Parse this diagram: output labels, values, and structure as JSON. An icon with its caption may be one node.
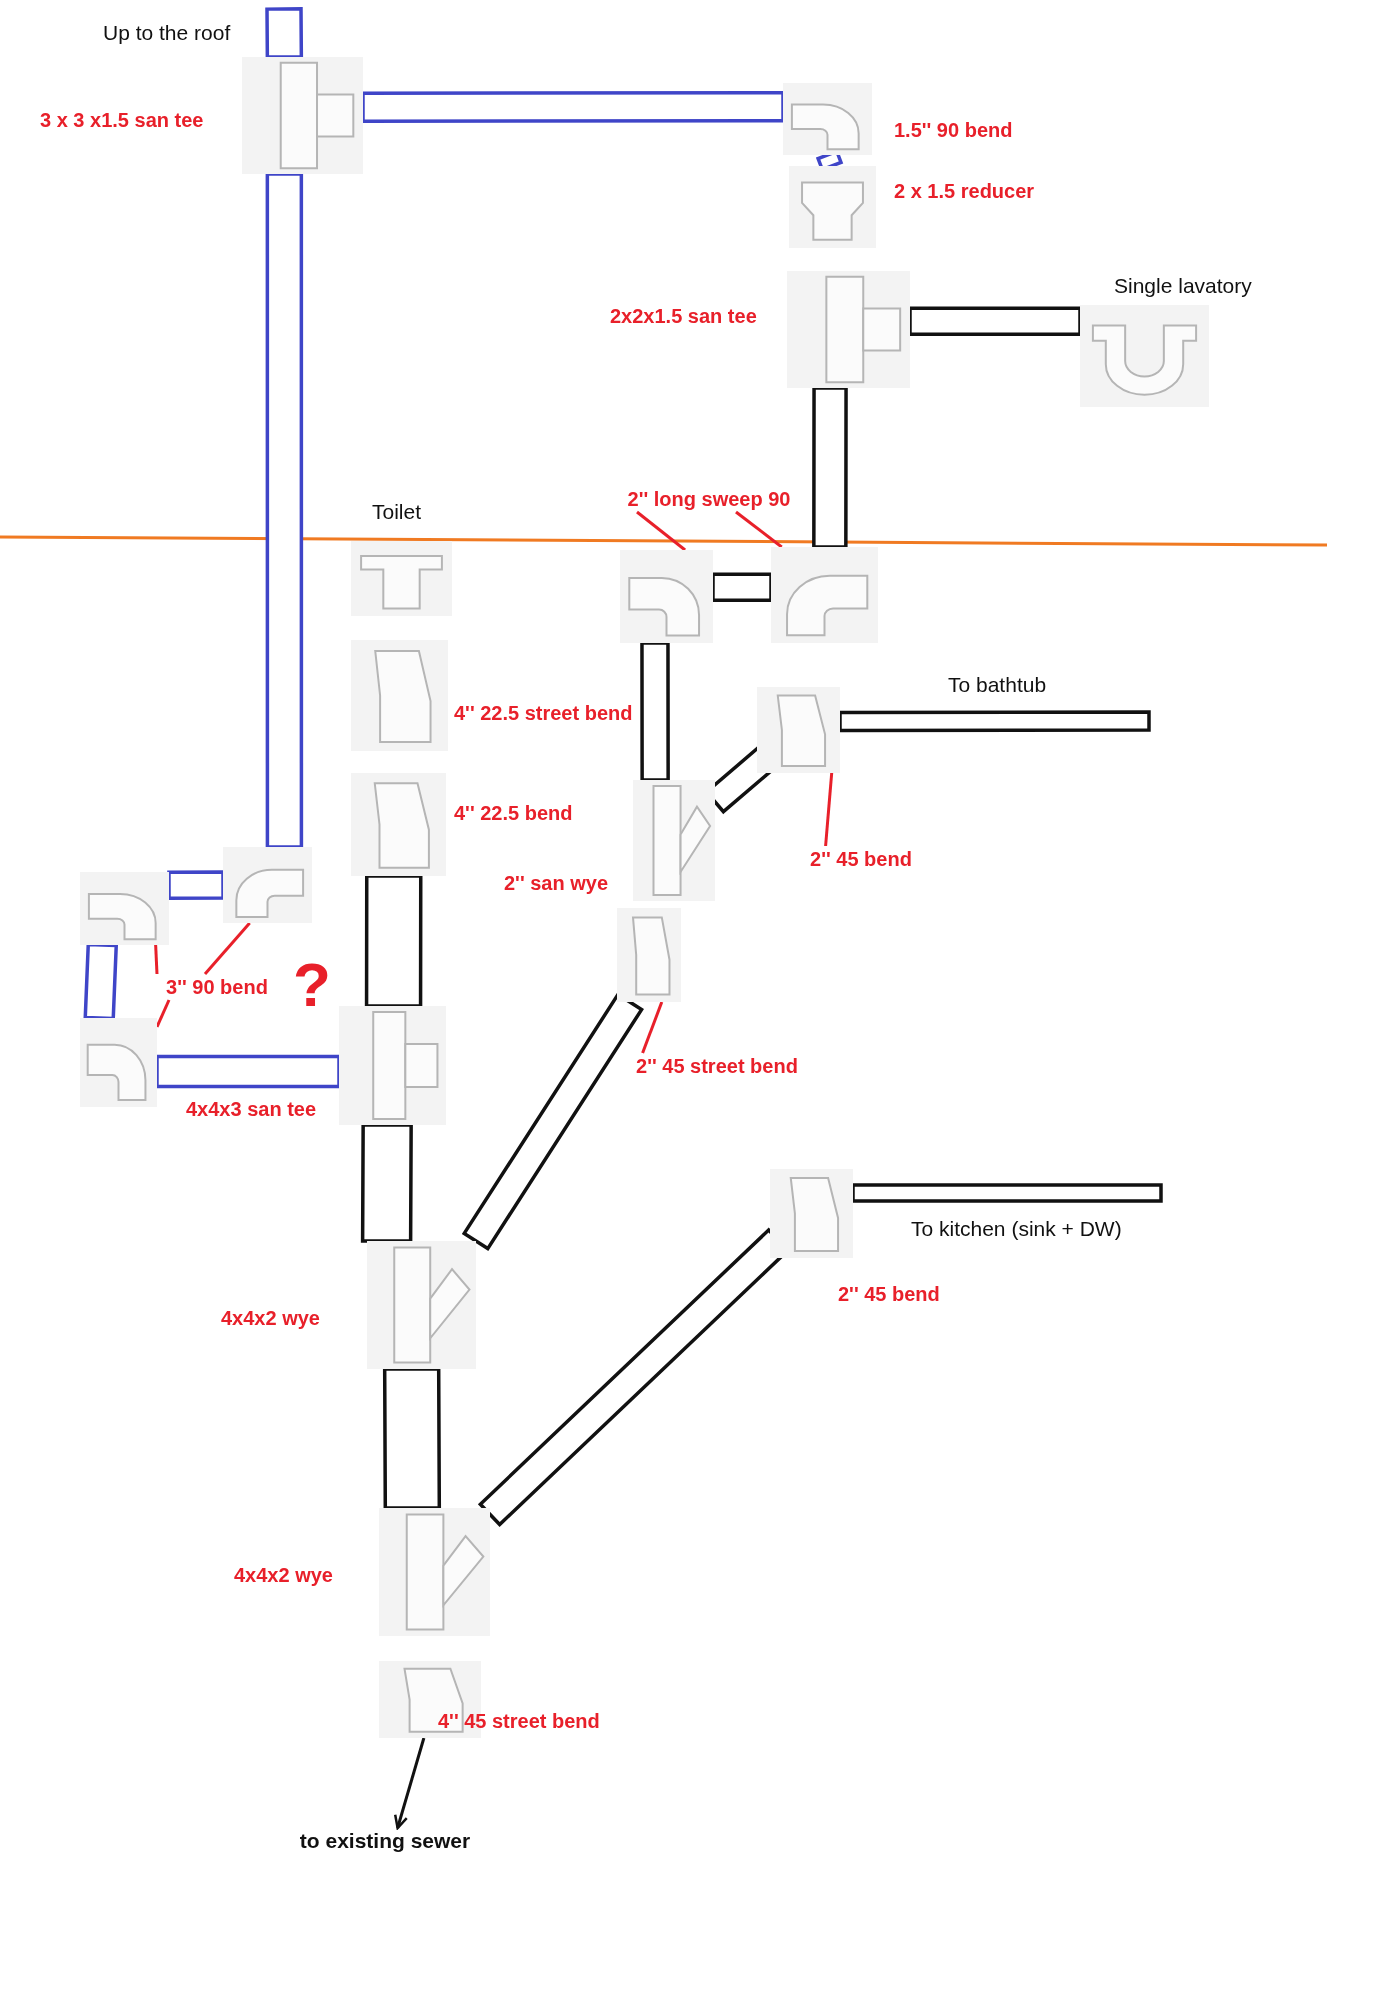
{
  "diagram": {
    "nodes": [
      {
        "text": [],
        "shape": "picture",
        "beside": [
          "3 x 3 x1.5 san tee"
        ]
      },
      {
        "text": [],
        "shape": "picture",
        "beside": [
          "1.5'' 90 bend"
        ]
      },
      {
        "text": [],
        "shape": "picture",
        "beside": [
          "2 x 1.5 reducer"
        ]
      },
      {
        "text": [],
        "shape": "picture",
        "beside": [
          "2x2x1.5 san tee"
        ]
      },
      {
        "text": [],
        "shape": "picture",
        "beside": [
          "Single lavatory"
        ]
      },
      {
        "text": [],
        "shape": "picture",
        "beside": [
          "Toilet"
        ]
      },
      {
        "text": [],
        "shape": "picture",
        "beside": [
          "4'' 22.5 street bend"
        ]
      },
      {
        "text": [],
        "shape": "picture",
        "beside": [
          "4'' 22.5 bend"
        ]
      },
      {
        "text": [],
        "shape": "picture"
      },
      {
        "text": [],
        "shape": "picture"
      },
      {
        "text": [
          "2'' long sweep 90"
        ]
      },
      {
        "text": [],
        "shape": "picture"
      },
      {
        "text": [
          "2'' 45 bend"
        ]
      },
      {
        "text": [],
        "shape": "picture",
        "beside": [
          "2'' san wye"
        ]
      },
      {
        "text": [],
        "shape": "picture"
      },
      {
        "text": [],
        "shape": "picture"
      },
      {
        "text": [],
        "shape": "picture"
      },
      {
        "text": [
          "3'' 90 bend"
        ]
      },
      {
        "text": [],
        "shape": "picture"
      },
      {
        "text": [
          "2'' 45 street bend"
        ]
      },
      {
        "text": [],
        "shape": "picture",
        "beside": [
          "4x4x3 san tee"
        ]
      },
      {
        "text": [],
        "shape": "picture",
        "beside": [
          "2'' 45 bend"
        ]
      },
      {
        "text": [],
        "shape": "picture",
        "beside": [
          "4x4x2 wye"
        ]
      },
      {
        "text": [],
        "shape": "picture",
        "beside": [
          "4x4x2 wye"
        ]
      },
      {
        "text": [],
        "shape": "picture",
        "beside": [
          "4'' 45 street bend"
        ]
      },
      {
        "text": [
          "to existing sewer"
        ]
      }
    ],
    "edges": [
      {
        "from": 0,
        "to": null,
        "arrow": "none",
        "style": "thick",
        "color": "#3f45c8"
      },
      {
        "from": 0,
        "to": 1,
        "arrow": "none",
        "style": "thick",
        "color": "#3f45c8"
      },
      {
        "from": 1,
        "to": 2,
        "arrow": "none",
        "style": "thick",
        "color": "#3f45c8"
      },
      {
        "from": 3,
        "to": 4,
        "arrow": "none",
        "style": "thick"
      },
      {
        "from": 3,
        "to": 9,
        "arrow": "none",
        "style": "thick"
      },
      {
        "from": 9,
        "to": 8,
        "arrow": "none",
        "style": "thick"
      },
      {
        "from": 8,
        "to": 13,
        "arrow": "none",
        "style": "thick"
      },
      {
        "from": 13,
        "to": 11,
        "arrow": "none",
        "style": "thick"
      },
      {
        "from": 11,
        "to": null,
        "arrow": "none",
        "style": "thick"
      },
      {
        "from": 0,
        "to": 15,
        "arrow": "none",
        "style": "thick",
        "color": "#3f45c8"
      },
      {
        "from": 15,
        "to": 14,
        "arrow": "none",
        "style": "thick",
        "color": "#3f45c8"
      },
      {
        "from": 14,
        "to": 16,
        "arrow": "none",
        "style": "thick",
        "color": "#3f45c8"
      },
      {
        "from": 16,
        "to": 20,
        "arrow": "none",
        "style": "thick",
        "color": "#3f45c8"
      },
      {
        "from": 7,
        "to": 20,
        "arrow": "none",
        "style": "thick"
      },
      {
        "from": 20,
        "to": 22,
        "arrow": "none",
        "style": "thick"
      },
      {
        "from": 18,
        "to": 22,
        "arrow": "none",
        "style": "thick"
      },
      {
        "from": 21,
        "to": null,
        "arrow": "none",
        "style": "thick"
      },
      {
        "from": 21,
        "to": 23,
        "arrow": "none",
        "style": "thick"
      },
      {
        "from": 22,
        "to": 23,
        "arrow": "none",
        "style": "thick"
      },
      {
        "from": 10,
        "to": 8,
        "arrow": "none",
        "color": "#e8202a"
      },
      {
        "from": 10,
        "to": 9,
        "arrow": "none",
        "color": "#e8202a"
      },
      {
        "from": 12,
        "to": 11,
        "arrow": "none",
        "color": "#e8202a"
      },
      {
        "from": 17,
        "to": 14,
        "arrow": "none",
        "color": "#e8202a"
      },
      {
        "from": 17,
        "to": 15,
        "arrow": "none",
        "color": "#e8202a"
      },
      {
        "from": 17,
        "to": 16,
        "arrow": "none",
        "color": "#e8202a"
      },
      {
        "from": 19,
        "to": 18,
        "arrow": "none",
        "color": "#e8202a"
      },
      {
        "from": 24,
        "to": 25,
        "arrow": "to",
        "color": "#111111"
      }
    ],
    "labels": [
      "Up to the roof",
      "To bathtub",
      "?",
      "To kitchen (sink + DW)"
    ]
  }
}
